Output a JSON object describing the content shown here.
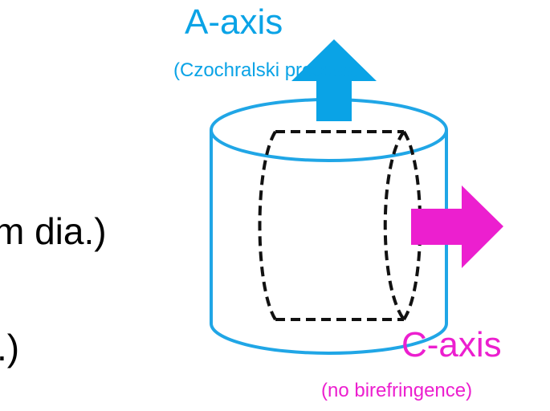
{
  "labels": {
    "a_axis": {
      "title": "A-axis",
      "subtitle": "(Czochralski process)"
    },
    "c_axis": {
      "title": "C-axis",
      "subtitle": "(no birefringence)"
    }
  },
  "body_text": {
    "line1": "m dia.)",
    "line2": ".)"
  },
  "colors": {
    "a_axis": "#0aa3e6",
    "c_axis": "#ec1fcf",
    "cylinder_outline": "#20a6e6",
    "dashed_outline": "#111111",
    "text": "#000000"
  }
}
